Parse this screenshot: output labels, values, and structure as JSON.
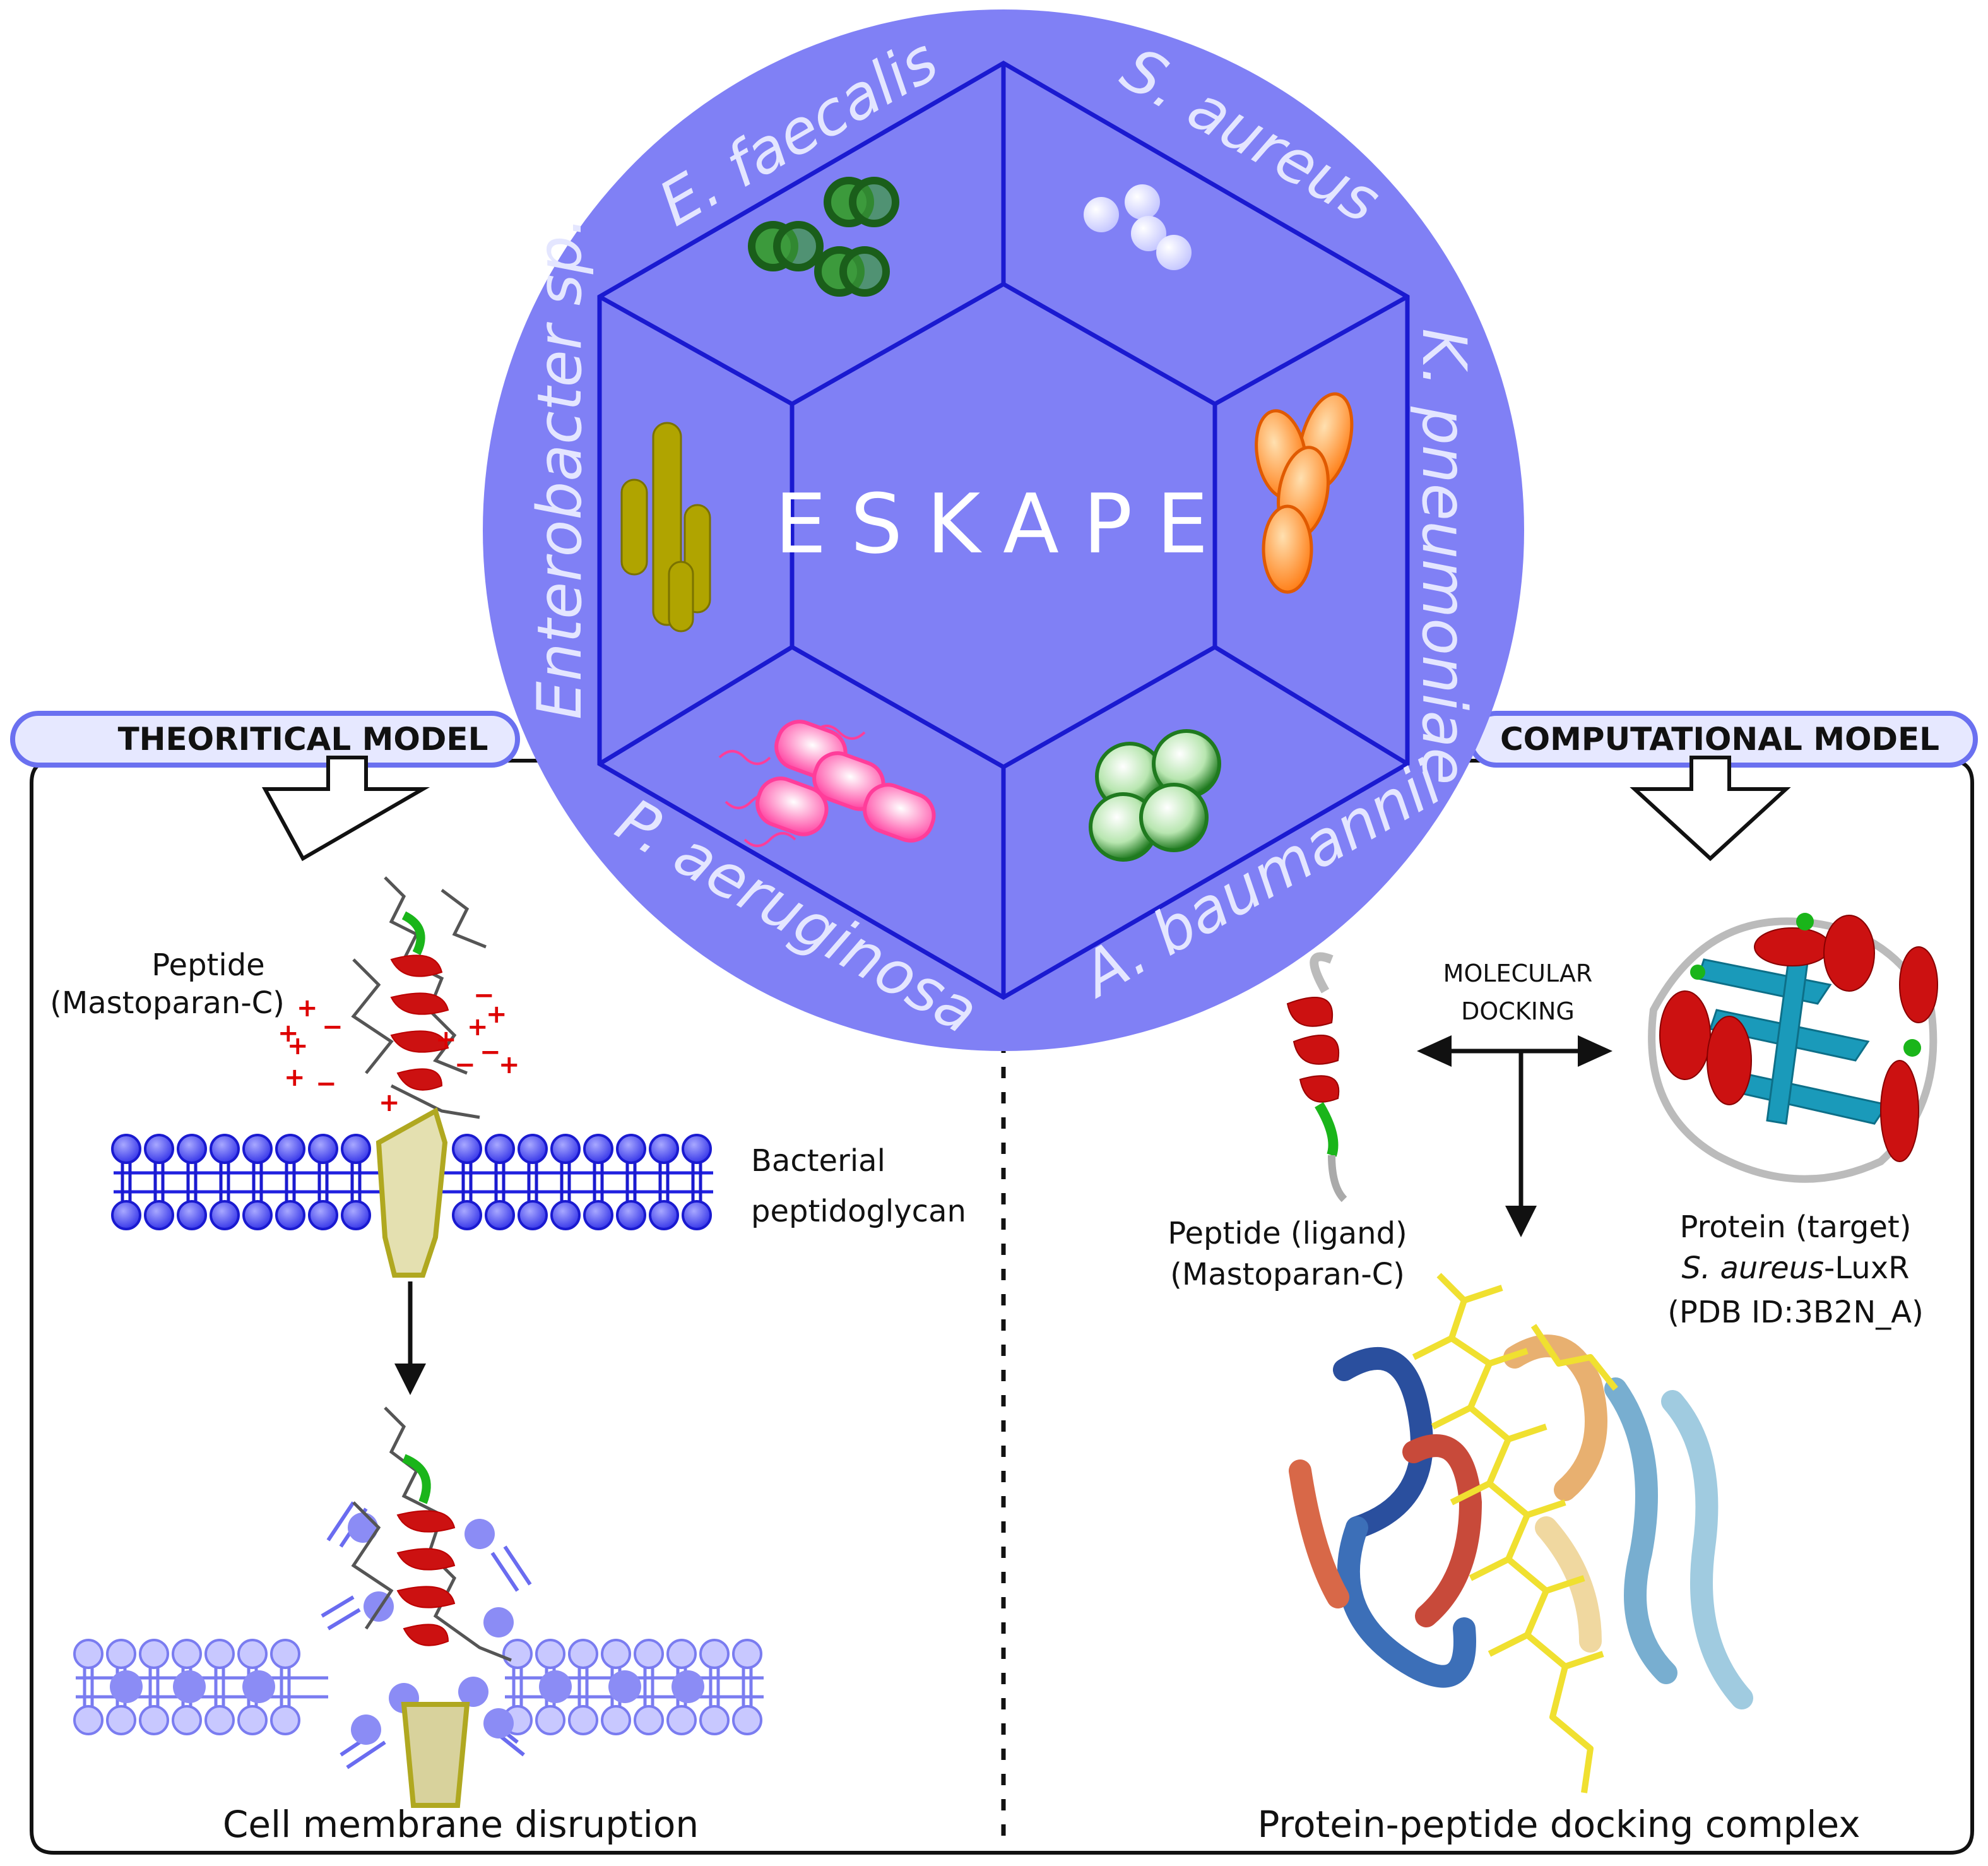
{
  "hub": {
    "title": "ESKAPE",
    "species": {
      "e_faecalis": "E. faecalis",
      "s_aureus": "S. aureus",
      "k_pneumoniae": "K. pneumoniae",
      "a_baumannii": "A. baumannii",
      "p_aeruginosa": "P. aeruginosa",
      "enterobacter": "Enterobacter sp."
    }
  },
  "left": {
    "header": "THEORITICAL MODEL",
    "peptide_label": "Peptide",
    "peptide_name": "(Mastoparan-C)",
    "membrane_label_1": "Bacterial",
    "membrane_label_2": "peptidoglycan",
    "caption": "Cell membrane disruption"
  },
  "right": {
    "header": "COMPUTATIONAL MODEL",
    "docking_1": "MOLECULAR",
    "docking_2": "DOCKING",
    "ligand_label": "Peptide  (ligand)",
    "ligand_name": "(Mastoparan-C)",
    "target_label": "Protein (target)",
    "target_species": "S. aureus",
    "target_suffix": "-LuxR",
    "target_pdb": "(PDB ID:3B2N_A)",
    "caption": "Protein-peptide docking complex"
  },
  "colors": {
    "hub_fill": "#8080f5",
    "hub_lines": "#1a1ad0",
    "membrane": "#2020e0",
    "helix": "#cc1111",
    "ligand": "#f0e030"
  }
}
